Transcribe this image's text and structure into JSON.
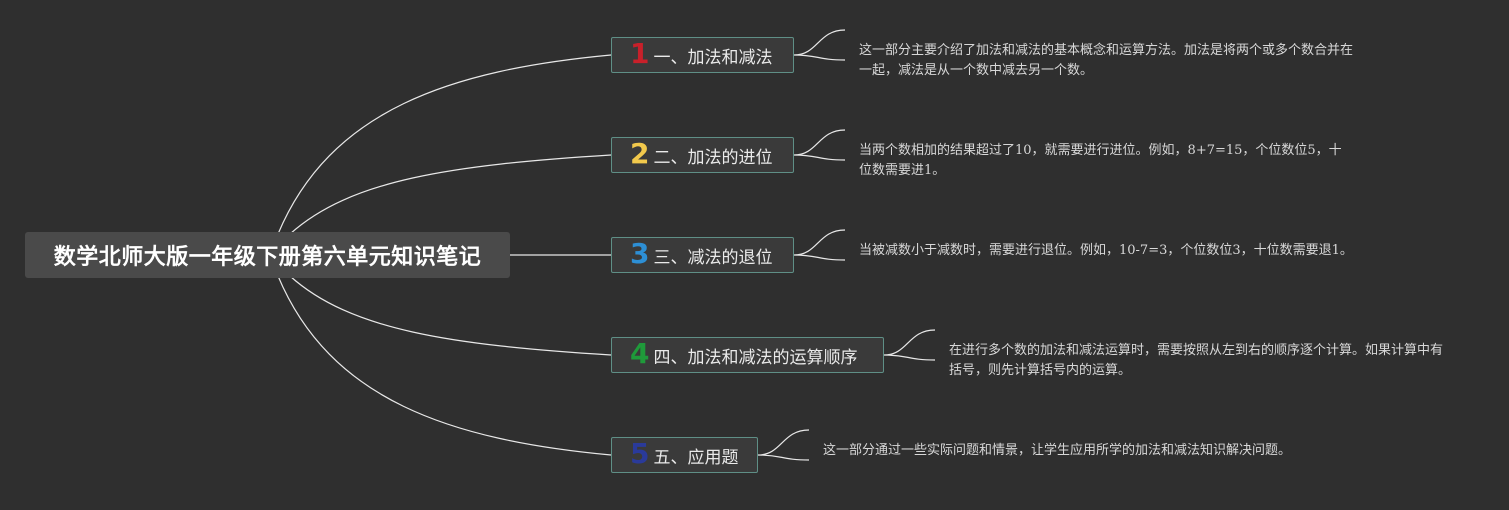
{
  "root": {
    "title": "数学北师大版一年级下册第六单元知识笔记"
  },
  "topics": [
    {
      "number": "1",
      "number_color": "#c8202a",
      "label": "一、加法和减法",
      "note": "这一部分主要介绍了加法和减法的基本概念和运算方法。加法是将两个或多个数合并在一起，减法是从一个数中减去另一个数。"
    },
    {
      "number": "2",
      "number_color": "#f2c94c",
      "label": "二、加法的进位",
      "note": "当两个数相加的结果超过了10，就需要进行进位。例如，8+7=15，个位数位5，十位数需要进1。"
    },
    {
      "number": "3",
      "number_color": "#2d8fd5",
      "label": "三、减法的退位",
      "note": "当被减数小于减数时，需要进行退位。例如，10-7=3，个位数位3，十位数需要退1。"
    },
    {
      "number": "4",
      "number_color": "#1f9a3a",
      "label": "四、加法和减法的运算顺序",
      "note": "在进行多个数的加法和减法运算时，需要按照从左到右的顺序逐个计算。如果计算中有括号，则先计算括号内的运算。"
    },
    {
      "number": "5",
      "number_color": "#2a3a9a",
      "label": "五、应用题",
      "note": "这一部分通过一些实际问题和情景，让学生应用所学的加法和减法知识解决问题。"
    }
  ]
}
